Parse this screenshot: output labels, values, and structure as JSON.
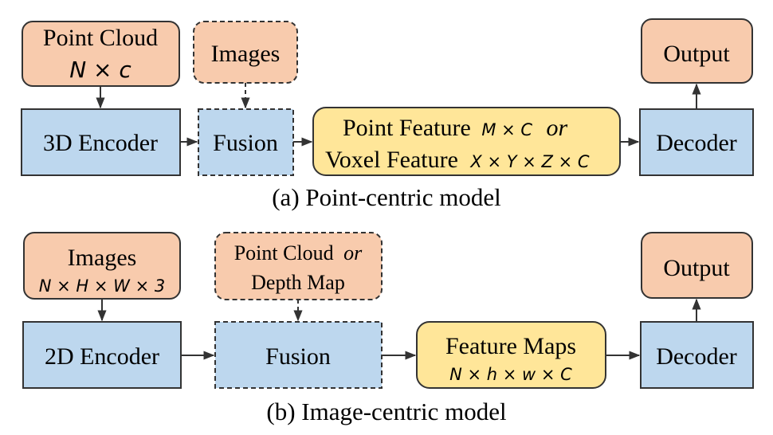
{
  "colors": {
    "input_fill": "#f8cbad",
    "module_fill": "#bdd7ee",
    "feature_fill": "#ffe699",
    "stroke": "#333333"
  },
  "top": {
    "point_cloud": {
      "label": "Point Cloud",
      "dims": "N × c"
    },
    "images": {
      "label": "Images"
    },
    "encoder": {
      "label": "3D Encoder"
    },
    "fusion": {
      "label": "Fusion"
    },
    "feature": {
      "line1_label": "Point Feature",
      "line1_dims": "M × C",
      "or": "or",
      "line2_label": "Voxel Feature",
      "line2_dims": "X × Y × Z × C"
    },
    "decoder": {
      "label": "Decoder"
    },
    "output": {
      "label": "Output"
    },
    "caption": "(a) Point-centric model"
  },
  "bottom": {
    "images": {
      "label": "Images",
      "dims": "N × H × W × 3"
    },
    "point_cloud_or_depth": {
      "line1": "Point Cloud",
      "or": "or",
      "line2": "Depth Map"
    },
    "encoder": {
      "label": "2D Encoder"
    },
    "fusion": {
      "label": "Fusion"
    },
    "feature": {
      "label": "Feature Maps",
      "dims": "N × h × w × C"
    },
    "decoder": {
      "label": "Decoder"
    },
    "output": {
      "label": "Output"
    },
    "caption": "(b) Image-centric model"
  }
}
